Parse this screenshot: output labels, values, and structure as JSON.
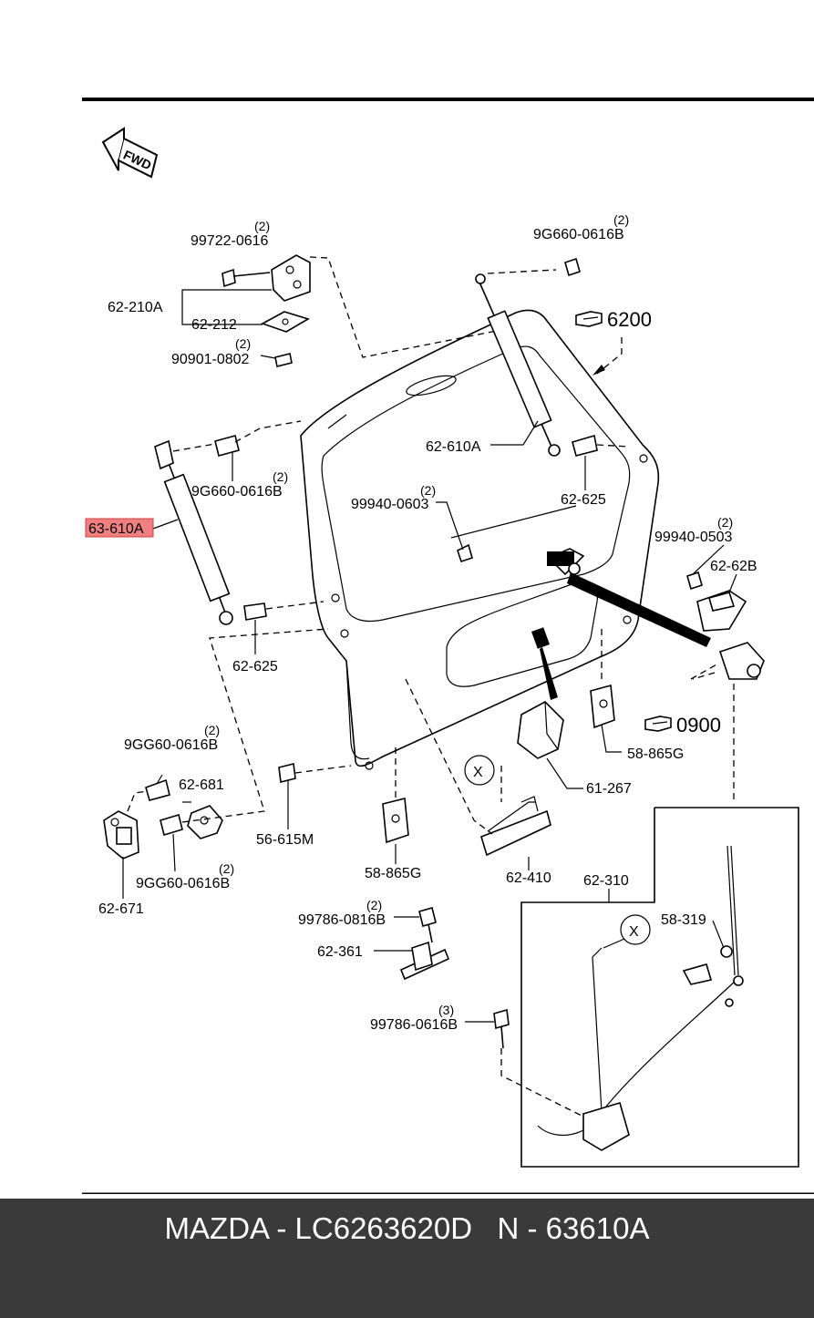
{
  "fwd_label": "FWD",
  "labels": {
    "p99722": "99722-0616",
    "p99722_qty": "(2)",
    "p9g660_top": "9G660-0616B",
    "p9g660_top_qty": "(2)",
    "p62210a": "62-210A",
    "p62212": "62-212",
    "p90901": "90901-0802",
    "p90901_qty": "(2)",
    "ref6200": "6200",
    "p62610a": "62-610A",
    "p9g660_left": "9G660-0616B",
    "p9g660_left_qty": "(2)",
    "p62625_right": "62-625",
    "p99940_mid": "99940-0603",
    "p99940_mid_qty": "(2)",
    "p63610a": "63-610A",
    "p99940_right": "99940-0503",
    "p99940_right_qty": "(2)",
    "p6262b": "62-62B",
    "p62625_left": "62-625",
    "ref0900": "0900",
    "p9gg60_top": "9GG60-0616B",
    "p9gg60_top_qty": "(2)",
    "p62681": "62-681",
    "p58865g_right": "58-865G",
    "p61267": "61-267",
    "p56615m": "56-615M",
    "p9gg60_bot": "9GG60-0616B",
    "p9gg60_bot_qty": "(2)",
    "p62671": "62-671",
    "p58865g_left": "58-865G",
    "p62410": "62-410",
    "p62310": "62-310",
    "p99786_a": "99786-0816B",
    "p99786_a_qty": "(2)",
    "p58319": "58-319",
    "p62361": "62-361",
    "p99786_b": "99786-0616B",
    "p99786_b_qty": "(3)",
    "x_mark": "X"
  },
  "highlight_color": "#f08080",
  "footer": {
    "text": "MAZDA - LC6263620D   N - 63610A"
  }
}
